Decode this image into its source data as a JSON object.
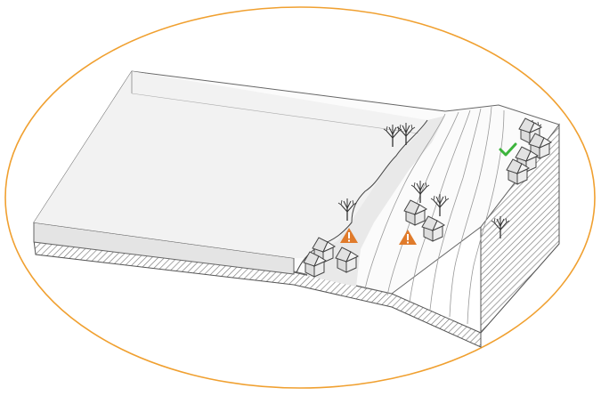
{
  "diagram": {
    "title": "",
    "frame_color": "#F0A030",
    "terrain_top_fill": "#F2F2F2",
    "slope_fill": "#E9E9E9",
    "lowland_fill": "#FBFBFB",
    "outline_color": "#666666",
    "contour_color": "#9A9A9A",
    "warning_color": "#E07B2B",
    "check_color": "#3CB43C",
    "house_fill": "#E6E6E6",
    "houses": [
      {
        "zone": "lowland-edge",
        "status": "warning"
      },
      {
        "zone": "lowland-edge",
        "status": "warning"
      },
      {
        "zone": "lowland-edge",
        "status": "warning"
      },
      {
        "zone": "lowland-edge",
        "status": "warning"
      },
      {
        "zone": "middle-slope",
        "status": "warning"
      },
      {
        "zone": "middle-slope",
        "status": "warning"
      },
      {
        "zone": "high-ground",
        "status": "safe"
      },
      {
        "zone": "high-ground",
        "status": "safe"
      },
      {
        "zone": "high-ground",
        "status": "safe"
      },
      {
        "zone": "high-ground",
        "status": "safe"
      }
    ],
    "icons": [
      "warning-triangle-icon",
      "warning-triangle-icon",
      "checkmark-icon"
    ],
    "trees": [
      "tree-icon",
      "tree-icon",
      "tree-icon",
      "tree-icon",
      "tree-icon",
      "tree-icon",
      "tree-icon"
    ]
  }
}
